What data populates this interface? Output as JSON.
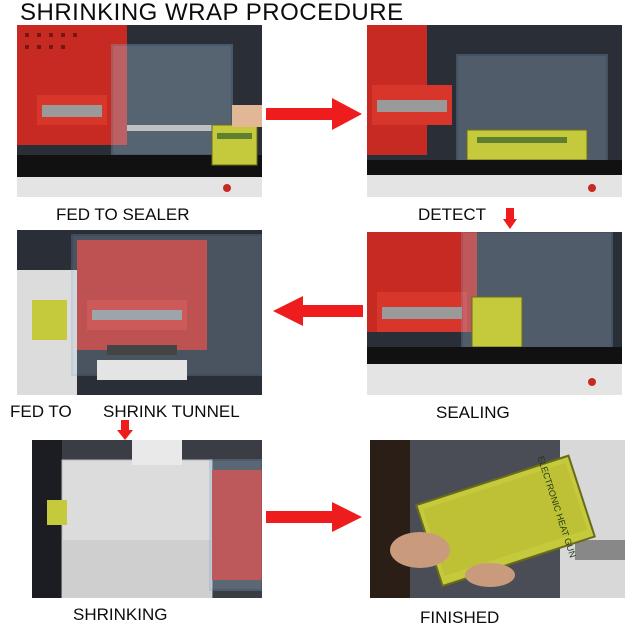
{
  "title": "SHRINKING WRAP PROCEDURE",
  "steps": [
    {
      "caption": "FED TO SEALER"
    },
    {
      "caption": "DETECT"
    },
    {
      "caption": "SEALING"
    },
    {
      "caption_left": "FED TO",
      "caption_right": "SHRINK TUNNEL"
    },
    {
      "caption": "SHRINKING"
    },
    {
      "caption": "FINISHED"
    }
  ],
  "box_text": "ELECTRONIC HEAT GUN",
  "colors": {
    "arrow": "#ee1c1c",
    "machine_red": "#c8241c",
    "frame_blue": "#3e6fa8",
    "box_green": "#c8c93a",
    "tunnel_gray": "#dcdcdc"
  }
}
